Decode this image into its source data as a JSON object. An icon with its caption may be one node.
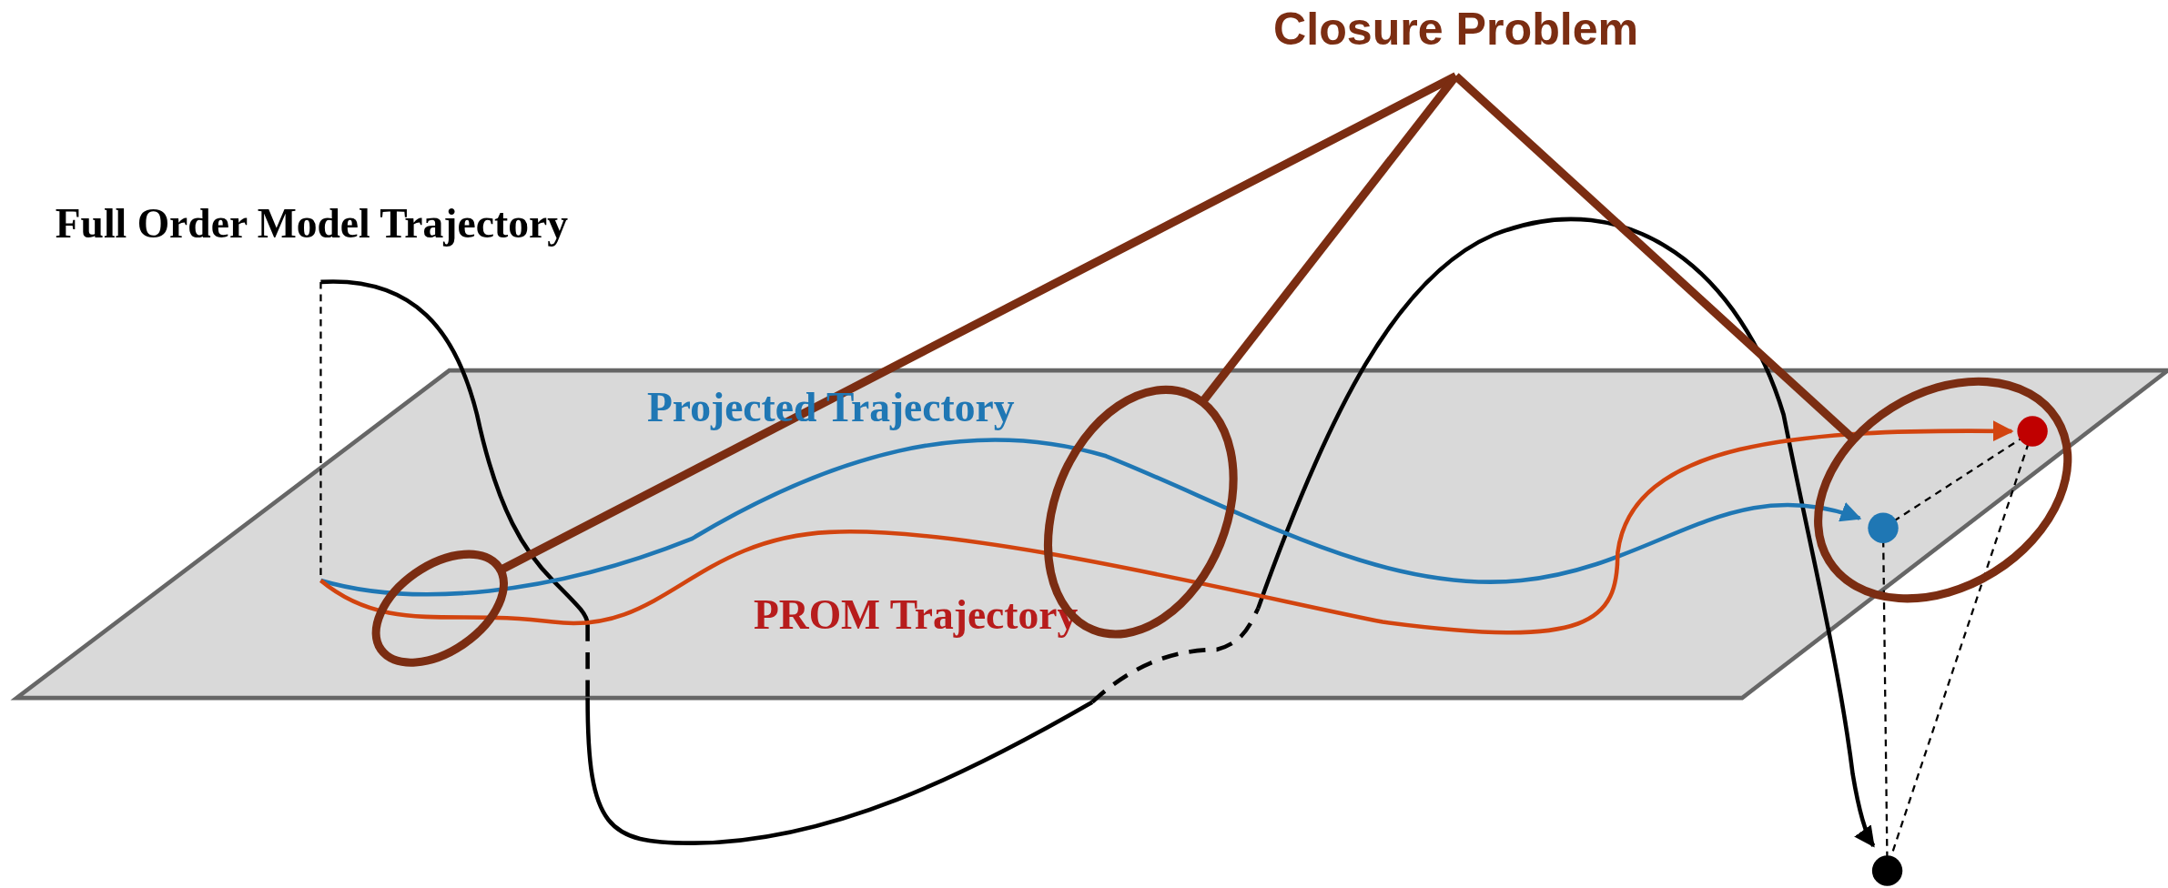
{
  "diagram": {
    "nodes": [
      {
        "text": [
          "Closure Problem"
        ]
      },
      {
        "text": [],
        "shape": "ellipse"
      },
      {
        "text": [],
        "shape": "ellipse"
      },
      {
        "text": [],
        "shape": "ellipse"
      }
    ],
    "edges": [
      {
        "from": 0,
        "to": 1,
        "arrow": "none"
      },
      {
        "from": 0,
        "to": 2,
        "arrow": "none"
      },
      {
        "from": 0,
        "to": 3,
        "arrow": "none"
      }
    ],
    "labels": [
      "Full Order Model Trajectory",
      "Projected Trajectory",
      "PROM Trajectory"
    ]
  }
}
